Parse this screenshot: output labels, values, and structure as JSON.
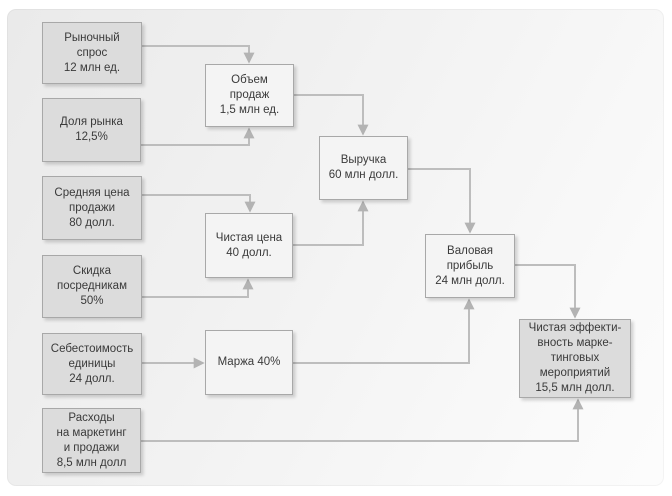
{
  "figure": {
    "boxes": {
      "market_demand": {
        "text": "Рыночный\nспрос\n12 млн ед."
      },
      "market_share": {
        "text": "Доля рынка\n12,5%"
      },
      "average_price": {
        "text": "Средняя цена\nпродажи\n80 долл."
      },
      "intermediary_discount": {
        "text": "Скидка\nпосредникам\n50%"
      },
      "unit_cost": {
        "text": "Себестоимость\nединицы\n24 долл."
      },
      "marketing_expenses": {
        "text": "Расходы\nна маркетинг\nи продажи\n8,5 млн долл"
      },
      "sales_volume": {
        "text": "Объем\nпродаж\n1,5 млн ед."
      },
      "net_price": {
        "text": "Чистая цена\n40 долл."
      },
      "margin": {
        "text": "Маржа 40%"
      },
      "revenue": {
        "text": "Выручка\n60 млн долл."
      },
      "gross_profit": {
        "text": "Валовая\nприбыль\n24 млн долл."
      },
      "net_marketing_effectiveness": {
        "text": "Чистая эффекти-\nвность марке-\nтинговых\nмероприятий\n15,5 млн долл."
      }
    },
    "colors": {
      "input_box_fill": "#dcdcdc",
      "derived_box_fill": "#f4f4f4",
      "box_border": "#a8a8a8",
      "connector": "#bdbdbd",
      "arrowhead": "#b3b3b3",
      "text": "#3a3a3a"
    }
  }
}
